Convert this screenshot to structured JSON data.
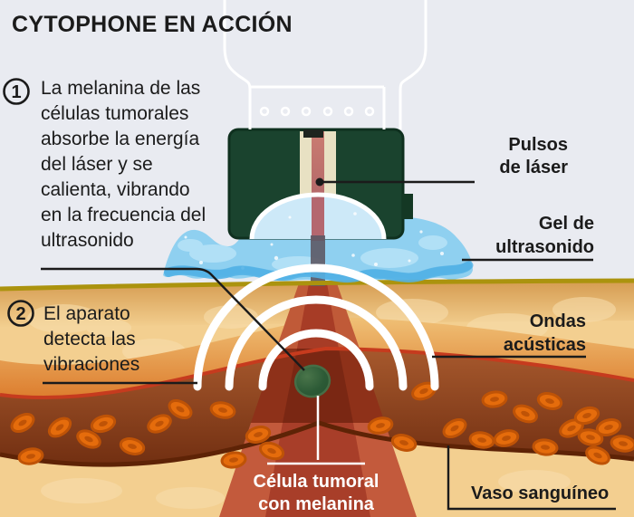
{
  "title": "CYTOPHONE EN ACCIÓN",
  "steps": [
    {
      "number": "1",
      "lines": [
        "La melanina de las",
        "células tumorales",
        "absorbe la energía",
        "del láser y se",
        "calienta, vibrando",
        "en la frecuencia del",
        "ultrasonido"
      ]
    },
    {
      "number": "2",
      "lines": [
        "El aparato",
        "detecta las",
        "vibraciones"
      ]
    }
  ],
  "labels": {
    "laser_pulses_line1": "Pulsos",
    "laser_pulses_line2": "de láser",
    "gel_line1": "Gel de",
    "gel_line2": "ultrasonido",
    "waves_line1": "Ondas",
    "waves_line2": "acústicas",
    "vessel": "Vaso sanguíneo",
    "tumor_cell_line1": "Célula tumoral",
    "tumor_cell_line2": "con melanina"
  },
  "colors": {
    "background": "#e9ebf1",
    "text": "#1b1b1b",
    "pointer_line": "#1b1b1b",
    "device_green": "#1a432e",
    "device_green_dark": "#0f301f",
    "device_tab": "#143824",
    "channel_cream": "#e8e1c3",
    "laser_red": "#c4736c",
    "beam_grey": "#5d5965",
    "gel_blue": "#8fd0f0",
    "gel_light": "#b7e3f8",
    "gel_wave": "#54b2e6",
    "dome_blue": "#cde9f8",
    "skin_surface": "#ab930e",
    "skin_tan": "#f3cf90",
    "skin_blotch": "#f8dfae",
    "halo_orange": "#dd7e2f",
    "vessel_top_line": "#c63b1e",
    "vessel_brown": "#9c4f26",
    "vessel_bottom_line": "#5e2306",
    "beam_skin_outer": "#c05a38",
    "beam_skin_inner": "#a73c26",
    "beam_vessel_outer": "#8e3119",
    "beam_vessel_inner": "#7a2713",
    "beam_deep_outer": "#c35a3c",
    "beam_deep_inner": "#a83e29",
    "blood_cell": "#e56c0c",
    "blood_cell_edge": "#bf5306",
    "tumor_cell_green": "#2c5a36",
    "tumor_cell_rim": "#4a754a",
    "wave": "#ffffff",
    "white_label": "#ffffff"
  },
  "diagram": {
    "wave_arcs": [
      59,
      96,
      131
    ],
    "blood_cells": [
      [
        25,
        467,
        -30
      ],
      [
        34,
        504,
        -10
      ],
      [
        66,
        472,
        -35
      ],
      [
        98,
        485,
        25
      ],
      [
        114,
        468,
        -18
      ],
      [
        146,
        493,
        15
      ],
      [
        176,
        468,
        -25
      ],
      [
        199,
        452,
        30
      ],
      [
        246,
        453,
        12
      ],
      [
        285,
        480,
        -15
      ],
      [
        300,
        498,
        20
      ],
      [
        258,
        508,
        -8
      ],
      [
        420,
        470,
        -12
      ],
      [
        446,
        489,
        15
      ],
      [
        468,
        432,
        -22
      ],
      [
        502,
        473,
        -30
      ],
      [
        532,
        486,
        10
      ],
      [
        559,
        484,
        -14
      ],
      [
        580,
        457,
        22
      ],
      [
        602,
        494,
        6
      ],
      [
        631,
        473,
        -25
      ],
      [
        652,
        483,
        12
      ],
      [
        672,
        472,
        -16
      ],
      [
        660,
        503,
        24
      ],
      [
        546,
        441,
        -8
      ],
      [
        607,
        443,
        16
      ],
      [
        648,
        459,
        -18
      ],
      [
        688,
        490,
        10
      ]
    ]
  }
}
